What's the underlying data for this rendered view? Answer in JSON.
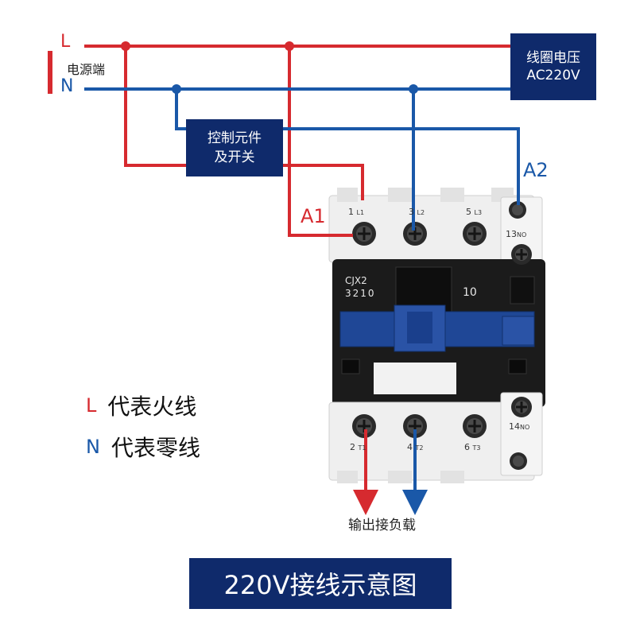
{
  "colors": {
    "live": "#d62a2f",
    "neutral": "#1a58a8",
    "box": "#0f2a6b",
    "body_black": "#1b1b1b",
    "body_white": "#f0f0f0",
    "slider_blue": "#2a53a6"
  },
  "supply": {
    "l_label": "L",
    "n_label": "N",
    "label": "电源端"
  },
  "coil_box": {
    "line1": "线圈电压",
    "line2": "AC220V"
  },
  "control_box": {
    "line1": "控制元件",
    "line2": "及开关"
  },
  "coil_terminals": {
    "a1": "A1",
    "a2": "A2"
  },
  "contactor": {
    "model_line1": "CJX2",
    "model_line2": "3210",
    "aux_rating": "10",
    "top_terminals": [
      {
        "num": "1",
        "tag": "L1"
      },
      {
        "num": "3",
        "tag": "L2"
      },
      {
        "num": "5",
        "tag": "L3"
      }
    ],
    "top_aux": {
      "num": "13",
      "tag": "NO"
    },
    "bottom_terminals": [
      {
        "num": "2",
        "tag": "T1"
      },
      {
        "num": "4",
        "tag": "T2"
      },
      {
        "num": "6",
        "tag": "T3"
      }
    ],
    "bottom_aux": {
      "num": "14",
      "tag": "NO"
    }
  },
  "output_label": "输出接负载",
  "legend": [
    {
      "symbol": "L",
      "text": "代表火线",
      "color": "#d62a2f"
    },
    {
      "symbol": "N",
      "text": "代表零线",
      "color": "#1a58a8"
    }
  ],
  "title": "220V接线示意图"
}
